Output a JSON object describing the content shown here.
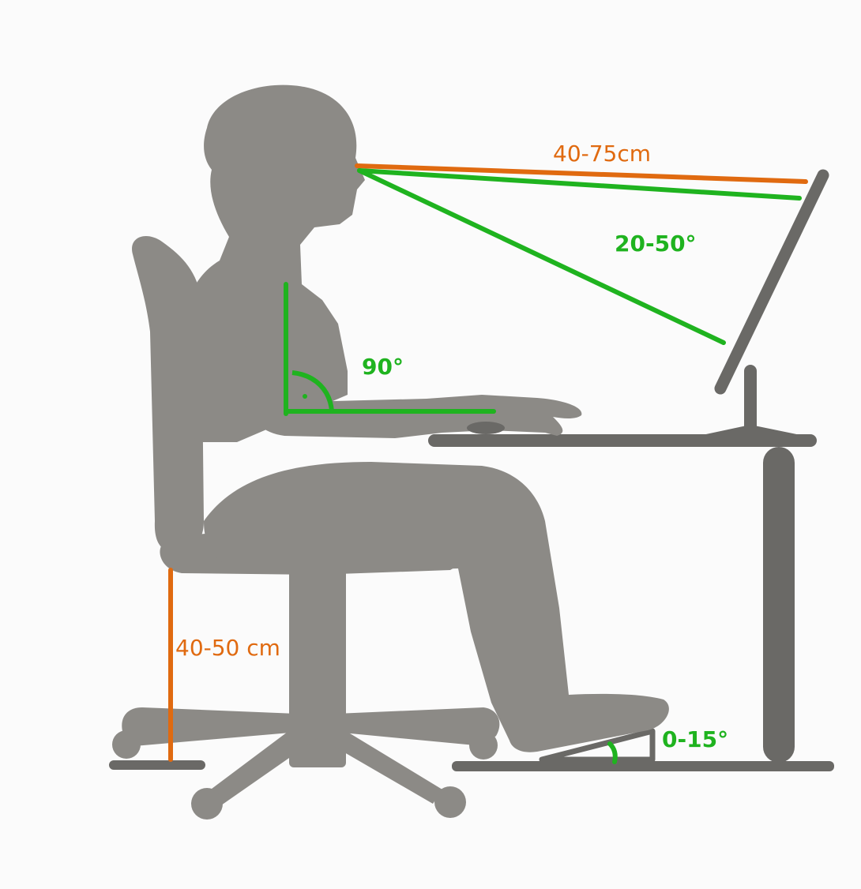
{
  "colors": {
    "background": "#fbfbfb",
    "silhouette": "#8c8a86",
    "furniture": "#6a6966",
    "distance_marker": "#e06a10",
    "angle_marker": "#1fb31f"
  },
  "labels": {
    "eye_distance": "40-75cm",
    "gaze_angle": "20-50°",
    "elbow_angle": "90°",
    "seat_height": "40-50 cm",
    "footrest_angle": "0-15°"
  }
}
